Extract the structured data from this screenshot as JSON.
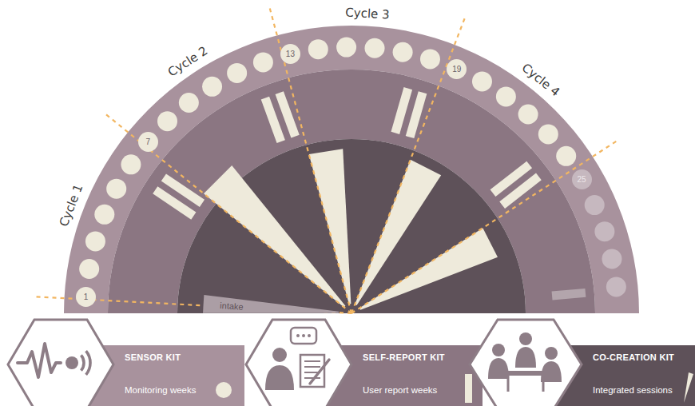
{
  "diagram": {
    "nodes": [
      {
        "text": [
          "1"
        ]
      },
      {
        "text": [
          "7"
        ]
      },
      {
        "text": [
          "13"
        ]
      },
      {
        "text": [
          "19"
        ]
      },
      {
        "text": [
          "25"
        ]
      },
      {
        "text": [
          "intake"
        ]
      },
      {
        "text": [
          "SENSOR KIT",
          "Monitoring weeks"
        ]
      },
      {
        "text": [
          "SELF-REPORT KIT",
          "User report weeks"
        ]
      },
      {
        "text": [
          "CO-CREATION KIT",
          "Integrated sessions"
        ]
      }
    ],
    "labels": [
      "Cycle 1",
      "Cycle 2",
      "Cycle 3",
      "Cycle 4"
    ]
  }
}
